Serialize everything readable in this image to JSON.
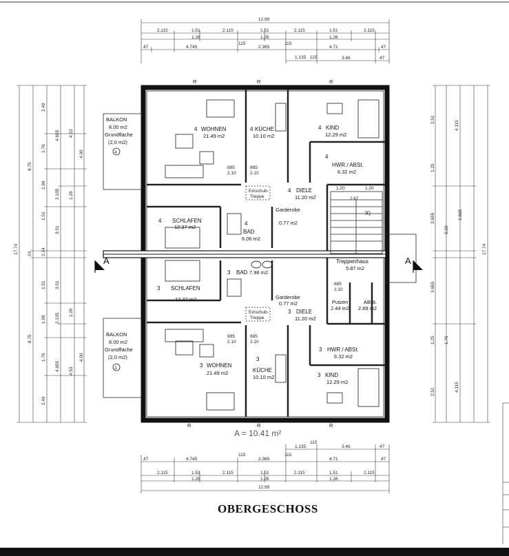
{
  "title": "OBERGESCHOSS",
  "area_label": "A = 10.41 m²",
  "section_marker": "A",
  "rooms": [
    {
      "id": "wohnen4",
      "num": "4",
      "name": "WOHNEN",
      "area": "21.49 m2"
    },
    {
      "id": "kueche4",
      "num": "4",
      "name": "KÜCHE",
      "area": "10.10 m2"
    },
    {
      "id": "kind4",
      "num": "4",
      "name": "KIND",
      "area": "12.29 m2"
    },
    {
      "id": "hwr4",
      "num": "4",
      "name": "HWR / ABSt.",
      "area": "6.32 m2"
    },
    {
      "id": "diele4",
      "num": "4",
      "name": "DIELE",
      "area": "11.20 m2"
    },
    {
      "id": "schlafen4",
      "num": "4",
      "name": "SCHLAFEN",
      "area": "12.37 m2"
    },
    {
      "id": "bad4",
      "num": "4",
      "name": "BAD",
      "area": "6.06 m2"
    },
    {
      "id": "bad3",
      "num": "3",
      "name": "BAD",
      "area": "7.98 m2"
    },
    {
      "id": "schlafen3",
      "num": "3",
      "name": "SCHLAFEN",
      "area": "12.37 m2"
    },
    {
      "id": "diele3",
      "num": "3",
      "name": "DIELE",
      "area": "11.20 m2"
    },
    {
      "id": "wohnen3",
      "num": "3",
      "name": "WOHNEN",
      "area": "21.49 m2"
    },
    {
      "id": "kueche3",
      "num": "3",
      "name": "KÜCHE",
      "area": "10.10 m2"
    },
    {
      "id": "hwr3",
      "num": "3",
      "name": "HWR / ABSt.",
      "area": "6.32 m2"
    },
    {
      "id": "kind3",
      "num": "3",
      "name": "KIND",
      "area": "12.29 m2"
    }
  ],
  "balkon": [
    {
      "label": "BALKON",
      "area": "8.00 m2",
      "note1": "Grundfläche",
      "note2": "(2,0 m2)",
      "num": "4"
    },
    {
      "label": "BALKON",
      "area": "8.00 m2",
      "note1": "Grundfläche",
      "note2": "(2,0 m2)",
      "num": "3"
    }
  ],
  "small_labels": {
    "treppenhaus": "Treppenhaus",
    "treppenhaus_area": "5.87 m2",
    "putzen": "Putzen",
    "putzen_area": "2.44 m2",
    "abst": "ABSt.",
    "abst_area": "2.89 m2",
    "garderobe4": "Garderobe",
    "garderobe4_area": "0.77 m2",
    "garderobe3": "Garderobe",
    "garderobe3_area": "0.77 m2",
    "einschub4": "Einschub-",
    "einschub4b": "Treppe",
    "einschub3": "Einschub-",
    "einschub3b": "Treppe",
    "stair_x": "X)",
    "dim_267": "2.67",
    "dim_120a": "1.20",
    "dim_120b": "1.20"
  },
  "dims_top": {
    "total": "12.99",
    "row1": [
      "2.115",
      "1.51",
      "2.115",
      "1.51",
      "2.115",
      "1.51",
      "2.115"
    ],
    "row1b": [
      "1.26",
      "1.26",
      "1.26"
    ],
    "row2": [
      "47",
      "4.745",
      "115",
      "2.365",
      "115",
      "4.71",
      "47"
    ],
    "row3": [
      "1.135",
      "115",
      "3.46",
      "47"
    ]
  },
  "dims_bottom": {
    "total": "12.99",
    "row1": [
      "2.115",
      "1.51",
      "2.115",
      "1.51",
      "2.115",
      "1.51",
      "2.115"
    ],
    "row1b": [
      "1.26",
      "1.26",
      "1.26"
    ],
    "row2": [
      "47",
      "4.745",
      "115",
      "2.365",
      "115",
      "4.71",
      "47"
    ],
    "row3": [
      "1.135",
      "115",
      "3.46",
      "47"
    ]
  },
  "dims_left": {
    "total": "17.74",
    "outer": [
      "8.75",
      "24",
      "8.75"
    ],
    "mid": [
      "2.49",
      "1.76",
      "1.99",
      "1.51",
      "2.24",
      "1.51",
      "1.99",
      "1.76",
      "2.49"
    ],
    "inner": [
      "4.655",
      "2.135",
      "3.51",
      "3.51",
      "2.135",
      "4.655"
    ],
    "inner2": [
      "4.53",
      "4.00",
      "1.26",
      "1.26",
      "4.00",
      "4.53"
    ]
  },
  "dims_right": {
    "total": "17.74",
    "outer": [
      "4.115",
      "3.655",
      "5.03",
      "3.865",
      "3.655",
      "4.115"
    ],
    "mid": [
      "2.51",
      "1.25",
      "1.76",
      "1.25",
      "2.51"
    ]
  },
  "door_dims": [
    "885",
    "2.10"
  ],
  "r_marker": "R"
}
